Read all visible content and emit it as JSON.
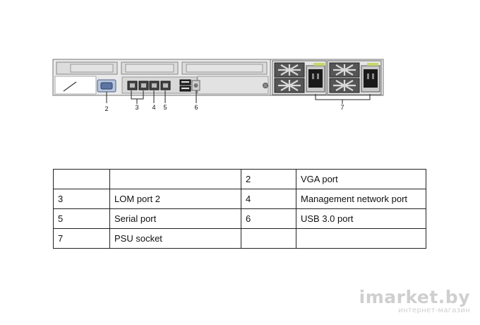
{
  "callouts": {
    "c2": "2",
    "c3": "3",
    "c4": "4",
    "c5": "5",
    "c6": "6",
    "c7": "7"
  },
  "legend": {
    "rows": [
      [
        {
          "num": "",
          "label": ""
        },
        {
          "num": "2",
          "label": "VGA port"
        }
      ],
      [
        {
          "num": "3",
          "label": "LOM port 2"
        },
        {
          "num": "4",
          "label": "Management network port"
        }
      ],
      [
        {
          "num": "5",
          "label": "Serial port"
        },
        {
          "num": "6",
          "label": "USB 3.0 port"
        }
      ],
      [
        {
          "num": "7",
          "label": "PSU socket"
        },
        {
          "num": "",
          "label": ""
        }
      ]
    ]
  },
  "watermark": {
    "brand": "imarket.by",
    "tagline": "интернет-магазин"
  }
}
